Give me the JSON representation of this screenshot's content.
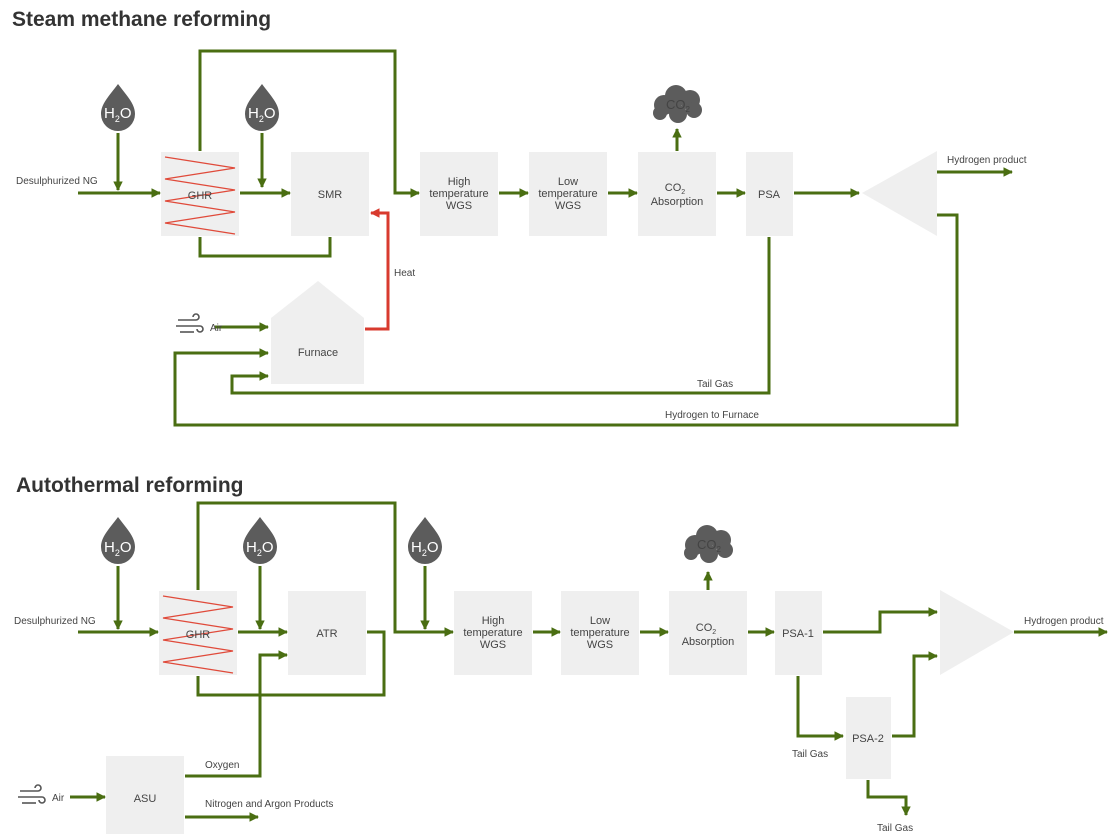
{
  "smr": {
    "title": "Steam methane reforming",
    "feed": "Desulphurized NG",
    "water": "H",
    "water_sub": "2",
    "water_o": "O",
    "ghr": "GHR",
    "smr": "SMR",
    "htwgs": [
      "High",
      "temperature",
      "WGS"
    ],
    "ltwgs": [
      "Low",
      "temperature",
      "WGS"
    ],
    "co2abs": [
      "CO",
      "2",
      "Absorption"
    ],
    "psa": "PSA",
    "co2_cloud": "CO",
    "co2_cloud_sub": "2",
    "hydrogen_product": "Hydrogen product",
    "heat": "Heat",
    "air": "Air",
    "furnace": "Furnace",
    "tail_gas": "Tail Gas",
    "hydrogen_to_furnace": "Hydrogen to Furnace"
  },
  "atr": {
    "title": "Autothermal reforming",
    "feed": "Desulphurized NG",
    "water": "H",
    "water_sub": "2",
    "water_o": "O",
    "ghr": "GHR",
    "atr": "ATR",
    "htwgs": [
      "High",
      "temperature",
      "WGS"
    ],
    "ltwgs": [
      "Low",
      "temperature",
      "WGS"
    ],
    "co2abs": [
      "CO",
      "2",
      "Absorption"
    ],
    "psa1": "PSA-1",
    "psa2": "PSA-2",
    "co2_cloud": "CO",
    "co2_cloud_sub": "2",
    "hydrogen_product": "Hydrogen product",
    "tail_gas_1": "Tail Gas",
    "tail_gas_2": "Tail Gas",
    "air": "Air",
    "asu": "ASU",
    "oxygen": "Oxygen",
    "nitrogen_argon": "Nitrogen and Argon Products"
  },
  "colors": {
    "flow": "#4a6e12",
    "heat": "#d83a2e",
    "block": "#efefef",
    "ghr_coil": "#e04a3a",
    "drop": "#5c5c5c"
  },
  "icons": [
    "water-drop-icon",
    "co2-cloud-icon",
    "air-wind-icon",
    "gas-heated-reformer-coil-icon"
  ]
}
